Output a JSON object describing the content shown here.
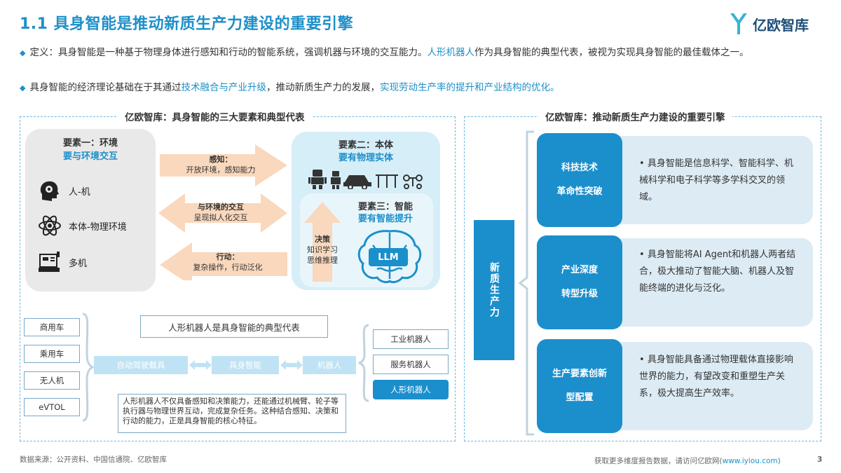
{
  "header": {
    "title": "1.1 具身智能是推动新质生产力建设的重要引擎",
    "logo_text": "亿欧智库"
  },
  "bullets": [
    {
      "parts": [
        {
          "text": "定义：具身智能是一种基于物理身体进行感知和行动的智能系统，强调机器与环境的交互能力。",
          "hl": false
        },
        {
          "text": "人形机器人",
          "hl": true
        },
        {
          "text": "作为具身智能的典型代表，被视为实现具身智能的最佳载体之一。",
          "hl": false
        }
      ]
    },
    {
      "parts": [
        {
          "text": "具身智能的经济理论基础在于其通过",
          "hl": false
        },
        {
          "text": "技术融合与产业升级",
          "hl": true
        },
        {
          "text": "，推动新质生产力的发展，",
          "hl": false
        },
        {
          "text": "实现劳动生产率的提升和产业结构的优化。",
          "hl": true
        }
      ]
    }
  ],
  "left_panel": {
    "title": "亿欧智库：具身智能的三大要素和典型代表",
    "element1": {
      "heading": "要素一：环境",
      "subheading": "要与环境交互",
      "items": [
        {
          "icon": "head-gear-icon",
          "label": "人-机"
        },
        {
          "icon": "atom-icon",
          "label": "本体-物理环境"
        },
        {
          "icon": "register-icon",
          "label": "多机"
        }
      ]
    },
    "arrows": [
      {
        "title": "感知：",
        "desc": "开放环境，感知能力"
      },
      {
        "title": "与环境的交互",
        "desc": "呈现拟人化交互"
      },
      {
        "title": "行动：",
        "desc": "复杂操作，行动泛化"
      }
    ],
    "element2": {
      "heading": "要素二：本体",
      "subheading": "要有物理实体"
    },
    "element3": {
      "heading": "要素三：智能",
      "subheading": "要有智能提升",
      "decision_title": "决策",
      "decision_lines": [
        "知识学习",
        "思维推理"
      ],
      "llm_label": "LLM"
    },
    "typical_label": "人形机器人是具身智能的典型代表",
    "vehicles": [
      "商用车",
      "乘用车",
      "无人机",
      "eVTOL"
    ],
    "center_bars": {
      "left": "自动驾驶载具",
      "middle": "具身智能",
      "right": "机器人"
    },
    "robots": [
      "工业机器人",
      "服务机器人",
      "人形机器人"
    ],
    "note": "人形机器人不仅具备感知和决策能力，还能通过机械臂、轮子等执行器与物理世界互动，完成复杂任务。这种结合感知、决策和行动的能力，正是具身智能的核心特征。"
  },
  "right_panel": {
    "title": "亿欧智库：推动新质生产力建设的重要引擎",
    "vertical_label": "新质生产力",
    "rows": [
      {
        "lines": [
          "科技技术",
          "革命性突破"
        ],
        "text": "具身智能是信息科学、智能科学、机械科学和电子科学等多学科交叉的领域。"
      },
      {
        "lines": [
          "产业深度",
          "转型升级"
        ],
        "text": "具身智能将AI Agent和机器人两者结合，极大推动了智能大脑、机器人及智能终端的进化与泛化。"
      },
      {
        "lines": [
          "生产要素创新",
          "型配置"
        ],
        "text": "具身智能具备通过物理载体直接影响世界的能力，有望改变和重塑生产关系，极大提高生产效率。"
      }
    ]
  },
  "footer": {
    "source": "数据来源：公开资料、中国信通院、亿欧智库",
    "more_prefix": "获取更多维度报告数据，请访问亿欧网(",
    "more_link": "www.iyiou.com",
    "more_suffix": ")",
    "page": "3"
  },
  "colors": {
    "accent": "#1d8fc9",
    "dark_blue_button": "#1b8fcc",
    "arrow_orange": "#f9d8bd"
  }
}
